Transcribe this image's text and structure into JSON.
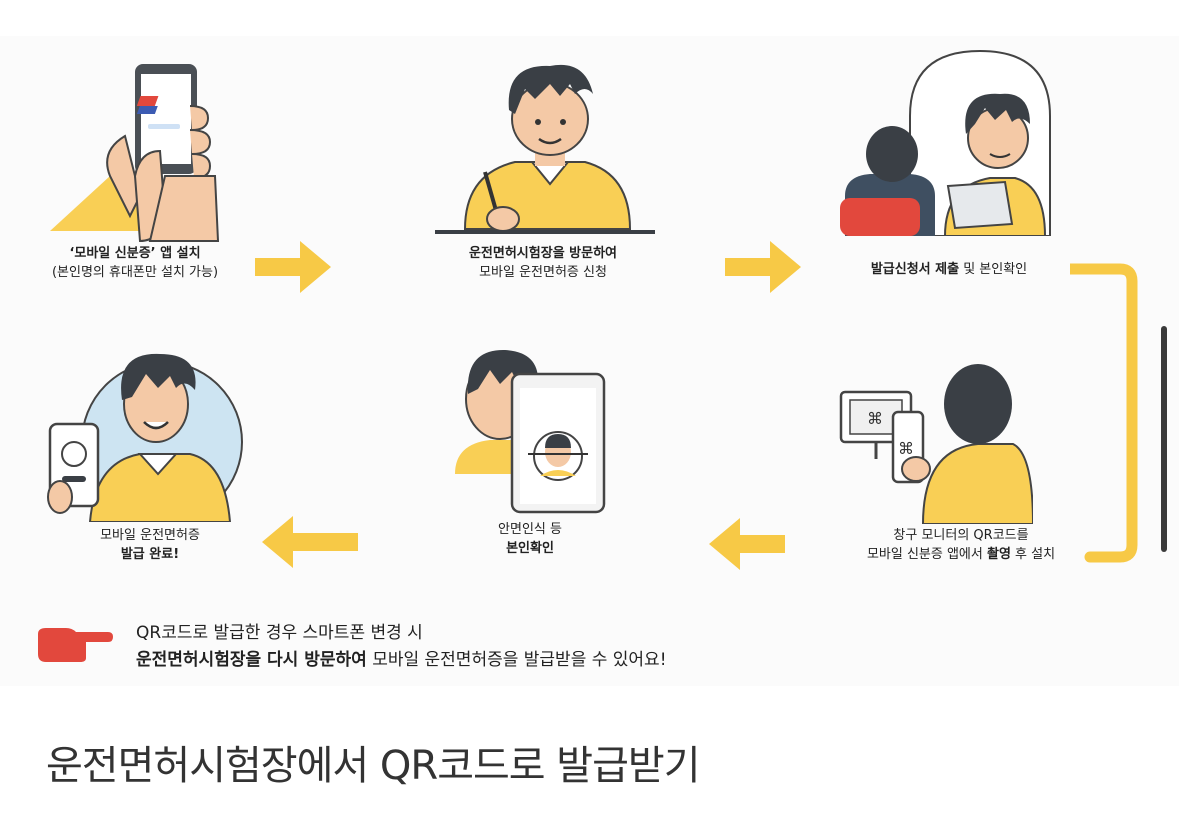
{
  "steps": [
    {
      "line1_bold": "‘모바일 신분증’ 앱 설치",
      "line2": "(본인명의 휴대폰만 설치 가능)",
      "icon": "phone-hand-icon"
    },
    {
      "line1_bold": "운전면허시험장을 방문하여",
      "line2": "모바일 운전면허증 신청",
      "icon": "man-writing-icon"
    },
    {
      "line1_bold": "발급신청서 제출",
      "line1_rest": " 및 본인확인",
      "icon": "counter-officer-icon"
    },
    {
      "line1": "창구 모니터의 QR코드를",
      "line2": "모바일 신분증 앱에서 ",
      "line2_bold": "촬영",
      "line2_rest": " 후 설치",
      "icon": "qr-scan-icon"
    },
    {
      "line1": "안면인식 등",
      "line2_bold": "본인확인",
      "icon": "face-recognition-icon"
    },
    {
      "line1": "모바일 운전면허증",
      "line2_bold": "발급 완료!",
      "icon": "man-with-license-icon"
    }
  ],
  "note": {
    "line1": "QR코드로 발급한 경우 스마트폰 변경 시",
    "line2_bold": "운전면허시험장을 다시 방문하여",
    "line2_rest": " 모바일 운전면허증을 발급받을 수 있어요!",
    "icon": "pointing-hand-icon"
  },
  "title": "운전면허시험장에서 QR코드로 발급받기",
  "colors": {
    "accent_yellow": "#f7c946",
    "shirt_yellow": "#f9cf55",
    "hair": "#3a3f45",
    "skin": "#f4c9a6",
    "note_red": "#e2483d"
  }
}
